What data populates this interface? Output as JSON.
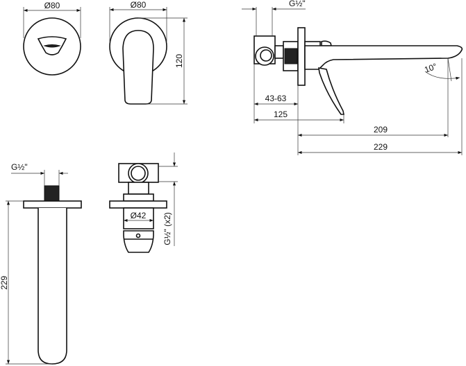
{
  "drawing": {
    "front_view_trim": {
      "diameter_label": "Ø80"
    },
    "front_view_handle": {
      "diameter_label": "Ø80",
      "height_label": "120"
    },
    "side_view": {
      "thread_label": "G½\"",
      "wall_depth_label": "43-63",
      "lever_reach_label": "125",
      "spout_outlet_label": "209",
      "spout_length_label": "229",
      "angle_label": "10°"
    },
    "spout_view": {
      "thread_label": "G½\"",
      "length_label": "229"
    },
    "body_view": {
      "diameter_label": "Ø42",
      "connection_label": "G½\" (x2)"
    }
  }
}
